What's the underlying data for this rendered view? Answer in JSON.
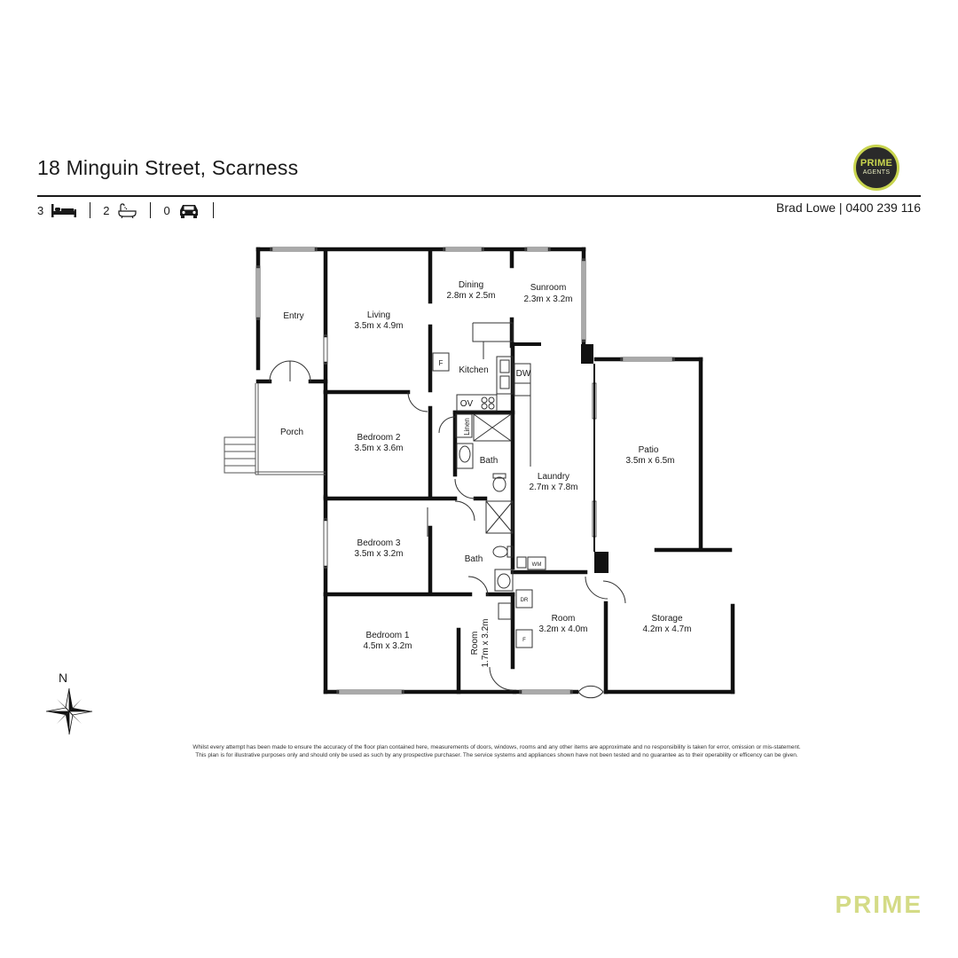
{
  "header": {
    "address": "18 Minguin Street, Scarness",
    "agent": "Brad Lowe | 0400 239 116",
    "beds": "3",
    "baths": "2",
    "cars": "0"
  },
  "logo": {
    "line1": "PRIME",
    "line2": "AGENTS"
  },
  "rooms": {
    "entry": "Entry",
    "living": {
      "name": "Living",
      "dim": "3.5m x 4.9m"
    },
    "dining": {
      "name": "Dining",
      "dim": "2.8m x 2.5m"
    },
    "sunroom": {
      "name": "Sunroom",
      "dim": "2.3m x 3.2m"
    },
    "kitchen": "Kitchen",
    "porch": "Porch",
    "bedroom2": {
      "name": "Bedroom 2",
      "dim": "3.5m x 3.6m"
    },
    "bath1": "Bath",
    "linen": "Linen",
    "laundry": {
      "name": "Laundry",
      "dim": "2.7m x 7.8m"
    },
    "patio": {
      "name": "Patio",
      "dim": "3.5m x 6.5m"
    },
    "bedroom3": {
      "name": "Bedroom 3",
      "dim": "3.5m x 3.2m"
    },
    "bath2": "Bath",
    "bedroom1": {
      "name": "Bedroom 1",
      "dim": "4.5m x 3.2m"
    },
    "room_small": {
      "name": "Room",
      "dim": "1.7m x 3.2m"
    },
    "room": {
      "name": "Room",
      "dim": "3.2m x 4.0m"
    },
    "storage": {
      "name": "Storage",
      "dim": "4.2m x 4.7m"
    }
  },
  "fixtures": {
    "fridge": "F",
    "dishwasher": "DW",
    "oven": "OV",
    "washing_machine": "WM",
    "dryer": "DR",
    "fridge2": "F"
  },
  "compass": "N",
  "disclaimer": {
    "line1": "Whilst every attempt has been made to ensure the accuracy of the floor plan contained here, measurements of doors, windows, rooms and any other items are approximate and no responsibility is taken for error, omission  or mis-statement.",
    "line2": "This plan is for illustrative purposes only and should only be used as such by any prospective purchaser. The service systems and appliances  shown have not been tested and no guarantee as to their operability or efficency can be given."
  },
  "footer_brand": "PRIME",
  "colors": {
    "brand": "#c8d44e",
    "wall": "#111111",
    "text": "#1a1a1a"
  }
}
